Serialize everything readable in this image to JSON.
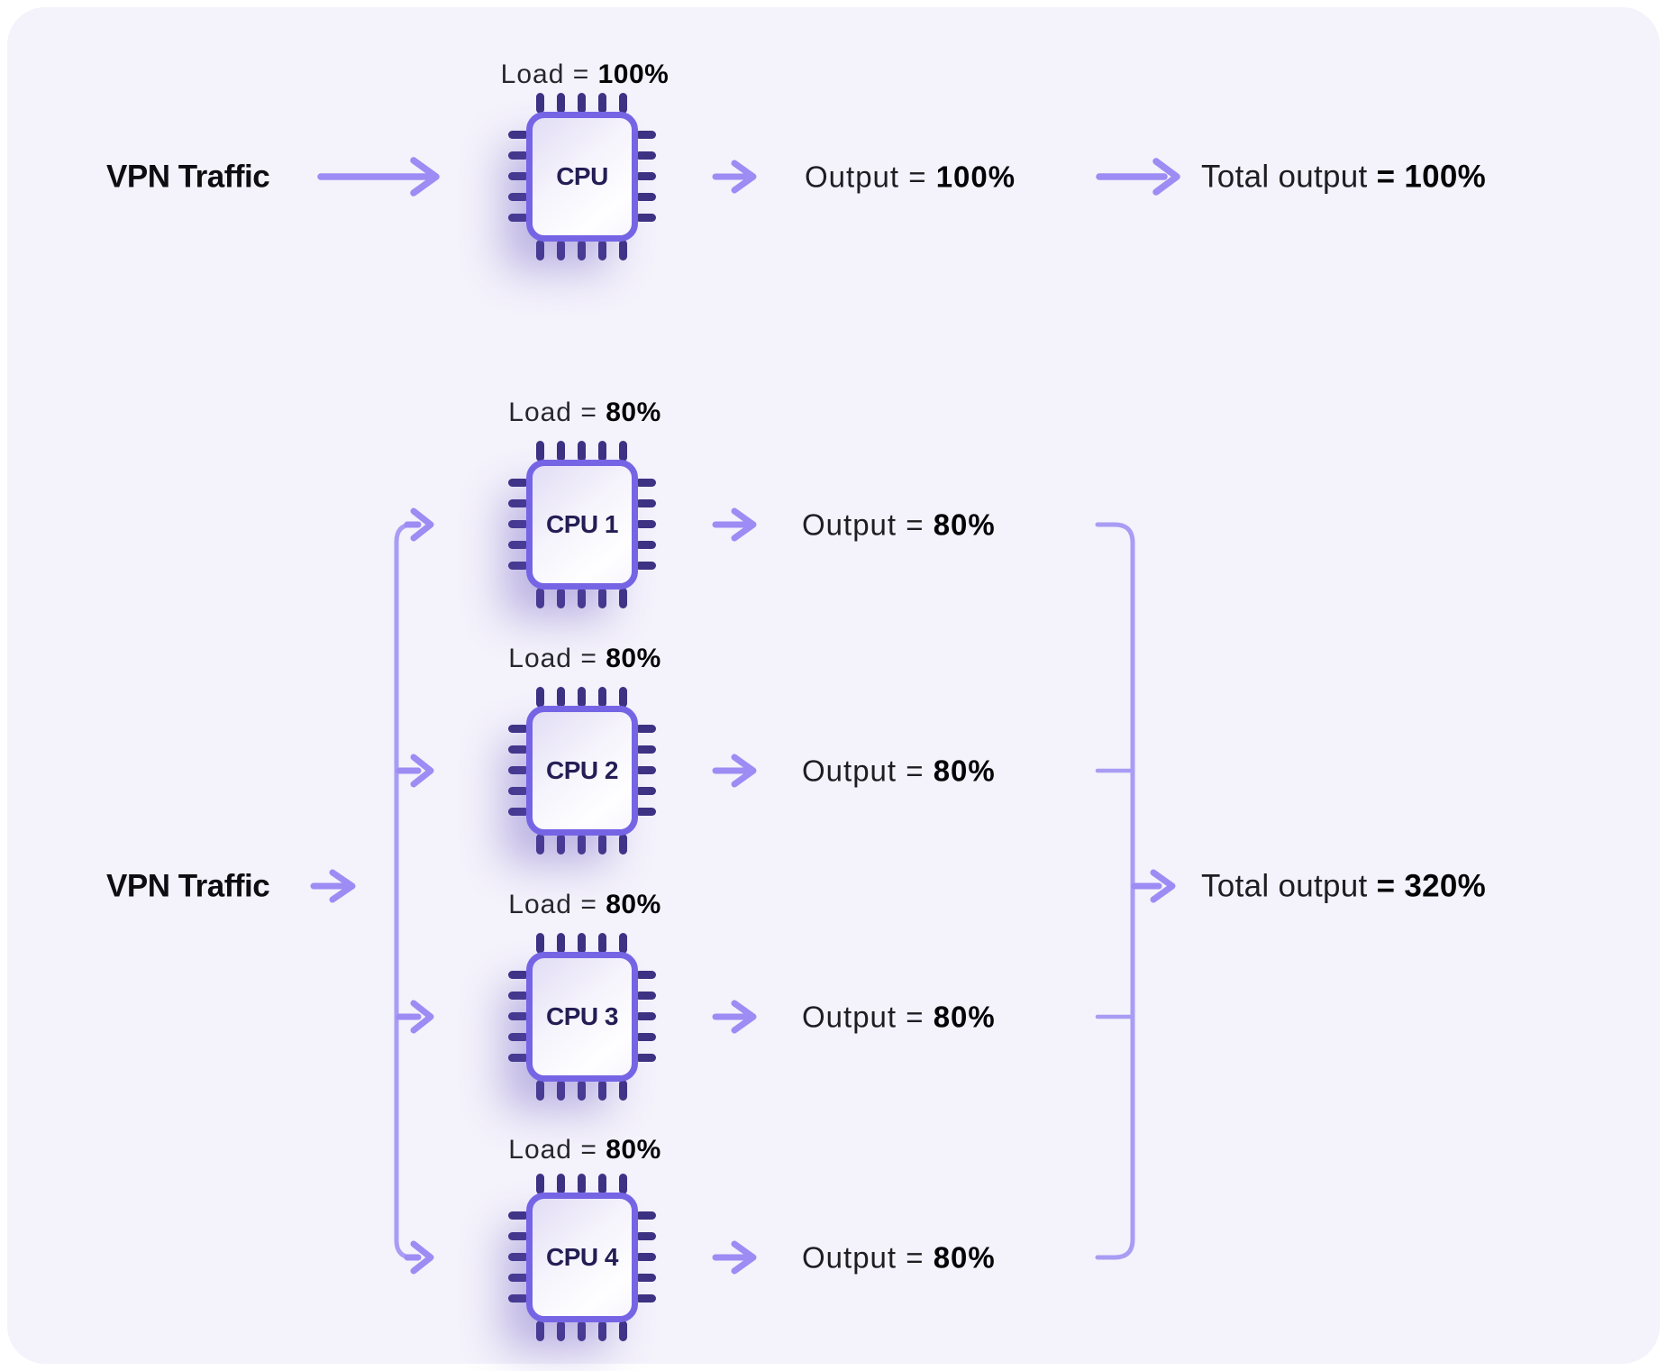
{
  "top_flow": {
    "vpn_label": "VPN Traffic",
    "load_prefix": "Load = ",
    "load_value": "100%",
    "chip_label": "CPU",
    "output_prefix": "Output = ",
    "output_value": "100%",
    "total_prefix": "Total output ",
    "total_value": "= 100%"
  },
  "bottom_flow": {
    "vpn_label": "VPN Traffic",
    "total_prefix": "Total output ",
    "total_value": "= 320%",
    "cpus": [
      {
        "chip_label": "CPU 1",
        "load_prefix": "Load = ",
        "load_value": "80%",
        "output_prefix": "Output = ",
        "output_value": "80%"
      },
      {
        "chip_label": "CPU 2",
        "load_prefix": "Load = ",
        "load_value": "80%",
        "output_prefix": "Output = ",
        "output_value": "80%"
      },
      {
        "chip_label": "CPU 3",
        "load_prefix": "Load = ",
        "load_value": "80%",
        "output_prefix": "Output = ",
        "output_value": "80%"
      },
      {
        "chip_label": "CPU 4",
        "load_prefix": "Load = ",
        "load_value": "80%",
        "output_prefix": "Output = ",
        "output_value": "80%"
      }
    ]
  },
  "colors": {
    "panel_background": "#F4F2FB",
    "arrow": "#9C8CF4",
    "connector_line": "#A89CF4",
    "chip_border": "#7565E5",
    "chip_pin": "#3D3283",
    "chip_label_text": "#241E55",
    "body_text": "#111114"
  }
}
